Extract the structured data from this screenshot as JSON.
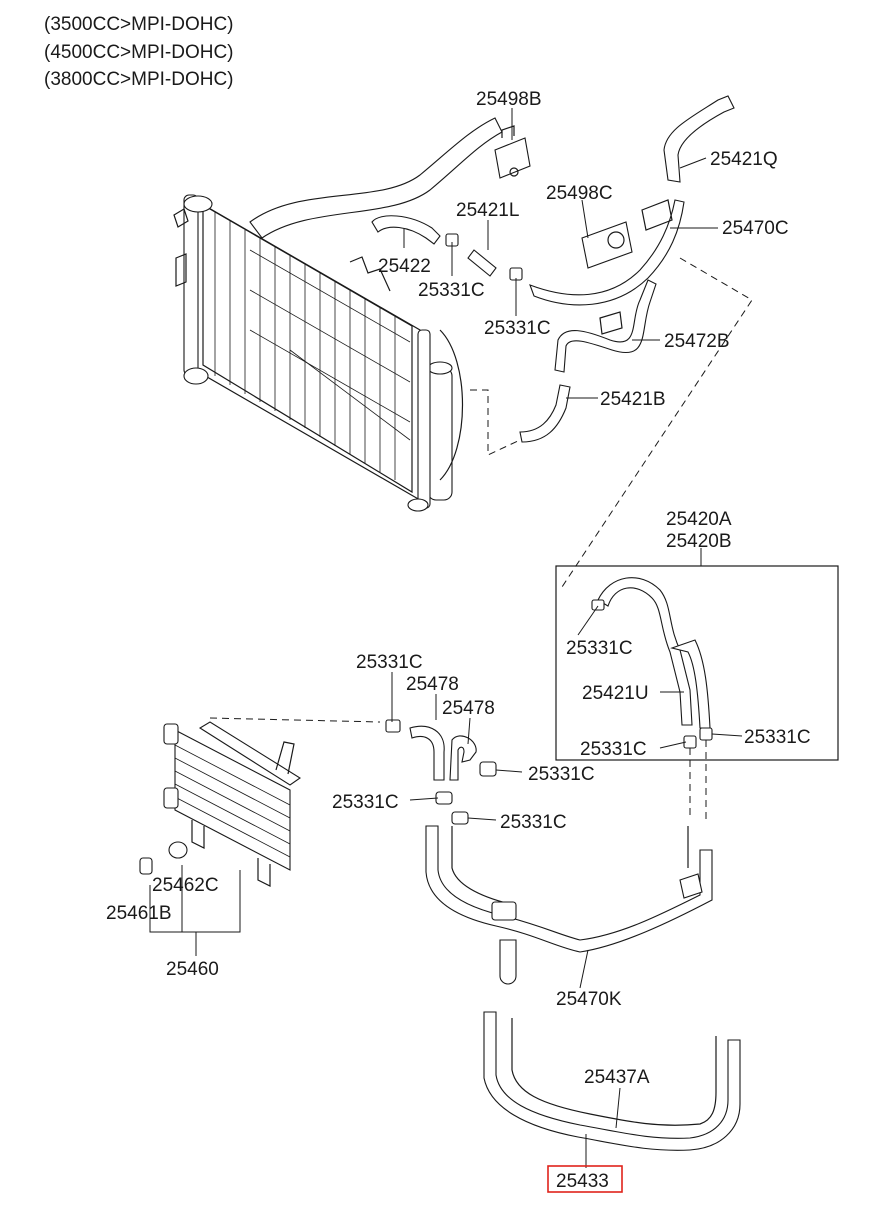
{
  "engine_variants": [
    "(3500CC>MPI-DOHC)",
    "(4500CC>MPI-DOHC)",
    "(3800CC>MPI-DOHC)"
  ],
  "part_labels": {
    "p25498B": "25498B",
    "p25421Q": "25421Q",
    "p25498C": "25498C",
    "p25421L": "25421L",
    "p25470C": "25470C",
    "p25422": "25422",
    "p25331C_a": "25331C",
    "p25331C_b": "25331C",
    "p25472B": "25472B",
    "p25421B": "25421B",
    "p25420A": "25420A",
    "p25420B": "25420B",
    "p25331C_c": "25331C",
    "p25421U": "25421U",
    "p25331C_d": "25331C",
    "p25331C_e": "25331C",
    "p25331C_f": "25331C",
    "p25478_a": "25478",
    "p25478_b": "25478",
    "p25331C_g": "25331C",
    "p25331C_h": "25331C",
    "p25331C_i": "25331C",
    "p25462C": "25462C",
    "p25461B": "25461B",
    "p25460": "25460",
    "p25470K": "25470K",
    "p25437A": "25437A",
    "p25433": "25433"
  },
  "highlight_color": "#e0231b"
}
